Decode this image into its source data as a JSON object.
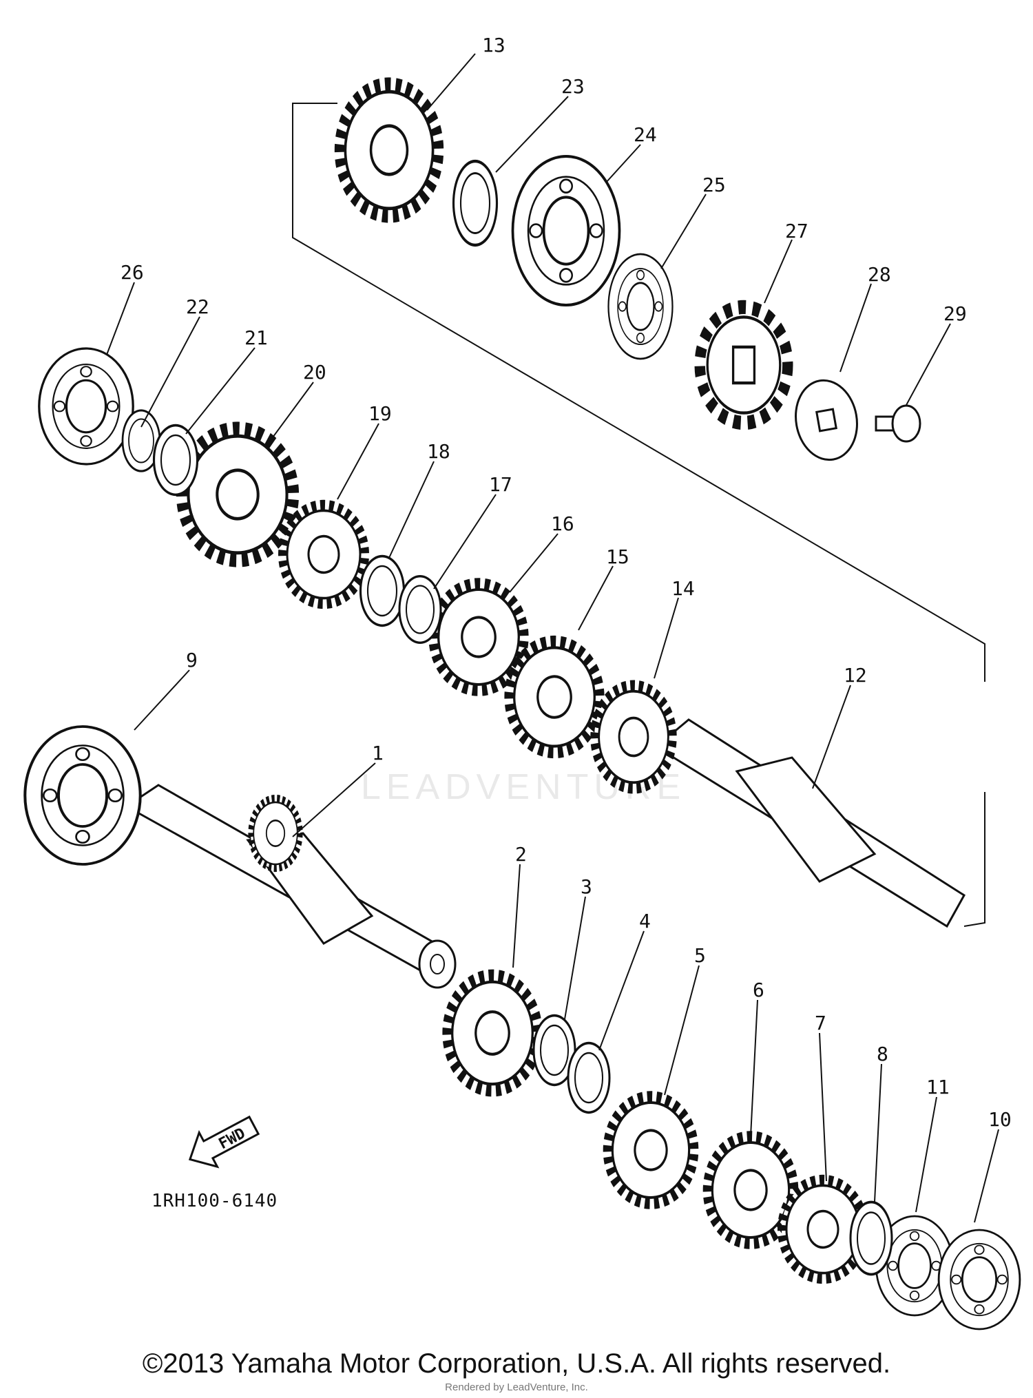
{
  "diagram": {
    "part_numbers": [
      "1",
      "2",
      "3",
      "4",
      "5",
      "6",
      "7",
      "8",
      "9",
      "10",
      "11",
      "12",
      "13",
      "14",
      "15",
      "16",
      "17",
      "18",
      "19",
      "20",
      "21",
      "22",
      "23",
      "24",
      "25",
      "26",
      "27",
      "28",
      "29"
    ],
    "direction_label": "FWD",
    "figure_code": "1RH100-6140",
    "watermark": "LEADVENTURE"
  },
  "footer": {
    "copyright": "©2013 Yamaha Motor Corporation, U.S.A. All rights reserved.",
    "rendered_by": "Rendered by LeadVenture, Inc."
  }
}
